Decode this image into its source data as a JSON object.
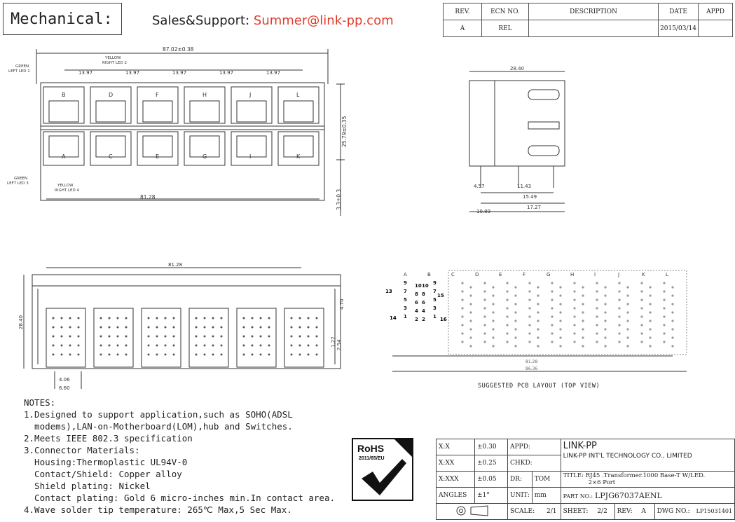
{
  "header": {
    "title": "Mechanical:",
    "sales_label": "Sales&Support:",
    "sales_email": "Summer@link-pp.com"
  },
  "revision_table": {
    "headers": [
      "REV.",
      "ECN NO.",
      "DESCRIPTION",
      "DATE",
      "APPD"
    ],
    "row": [
      "A",
      "REL",
      "",
      "2015/03/14",
      ""
    ]
  },
  "front_view": {
    "overall_width": "87.02±0.38",
    "pitch": "13.97",
    "pitch_labels": [
      "13.97",
      "13.97",
      "13.97",
      "13.97",
      "13.97"
    ],
    "top_ports": [
      "B",
      "D",
      "F",
      "H",
      "J",
      "L"
    ],
    "bottom_ports": [
      "A",
      "C",
      "E",
      "G",
      "I",
      "K"
    ],
    "height": "25.79±0.35",
    "pin_length": "3.3±0.3",
    "base_width": "81.28",
    "led_labels": {
      "green_left_1": "GREEN\nLEFT LED 1",
      "yellow_right_2": "YELLOW\nRIGHT LED 2",
      "green_left_3": "GREEN\nLEFT LED 3",
      "yellow_right_4": "YELLOW\nRIGHT LED 4"
    }
  },
  "side_view": {
    "width": "28.40",
    "dims": [
      "4.57",
      "11.43",
      "15.49",
      "17.27",
      "10.89"
    ]
  },
  "bottom_view": {
    "width": "81.28",
    "height": "28.40",
    "dims": [
      "4.70",
      "1.27",
      "2.54",
      "4.06",
      "6.60"
    ]
  },
  "pcb_layout": {
    "caption": "SUGGESTED PCB LAYOUT (TOP VIEW)",
    "port_letters": [
      "A",
      "B",
      "C",
      "D",
      "E",
      "F",
      "G",
      "H",
      "I",
      "J",
      "K",
      "L"
    ],
    "pin_rows": [
      [
        "10",
        "10"
      ],
      [
        "8",
        "8"
      ],
      [
        "6",
        "6"
      ],
      [
        "4",
        "4"
      ],
      [
        "2",
        "2"
      ]
    ],
    "pin_rows_odd": [
      "9",
      "7",
      "5",
      "3",
      "1"
    ],
    "side_pins": [
      "13",
      "14",
      "15",
      "16"
    ],
    "bottom_dims": [
      "81.28",
      "86.36"
    ]
  },
  "notes": {
    "title": "NOTES:",
    "lines": [
      "1.Designed to support application,such as SOHO(ADSL",
      "  modems),LAN-on-Motherboard(LOM),hub and Switches.",
      "2.Meets IEEE 802.3 specification",
      "3.Connector Materials:",
      "  Housing:Thermoplastic UL94V-0",
      "  Contact/Shield: Copper alloy",
      "  Shield plating: Nickel",
      "  Contact plating: Gold 6 micro-inches min.In contact area.",
      "4.Wave solder tip temperature: 265℃ Max,5 Sec Max."
    ]
  },
  "rohs": {
    "label": "RoHS",
    "directive": "2011/65/EU"
  },
  "title_block": {
    "company_short": "LINK-PP",
    "company_full": "LINK-PP INT'L TECHNOLOGY CO., LIMITED",
    "tol_x_label": "X:X",
    "tol_x_value": "±0.30",
    "tol_xx_label": "X:XX",
    "tol_xx_value": "±0.25",
    "tol_xxx_label": "X:XXX",
    "tol_xxx_value": "±0.05",
    "angles_label": "ANGLES",
    "angles_value": "±1°",
    "appd_label": "APPD:",
    "chkd_label": "CHKD:",
    "dr_label": "DR:",
    "dr_value": "TOM",
    "unit_label": "UNIT:",
    "unit_value": "mm",
    "title_label": "TITLE:",
    "title_value": "RJ45 .Transformer.1000 Base-T W/LED.",
    "title_value2": "2×6 Port",
    "part_label": "PART NO.:",
    "part_value": "LPJG67037AENL",
    "scale_label": "SCALE:",
    "scale_value": "2/1",
    "sheet_label": "SHEET:",
    "sheet_value": "2/2",
    "rev_label": "REV:",
    "rev_value": "A",
    "dwg_label": "DWG NO.:",
    "dwg_value": "LP15031401"
  }
}
